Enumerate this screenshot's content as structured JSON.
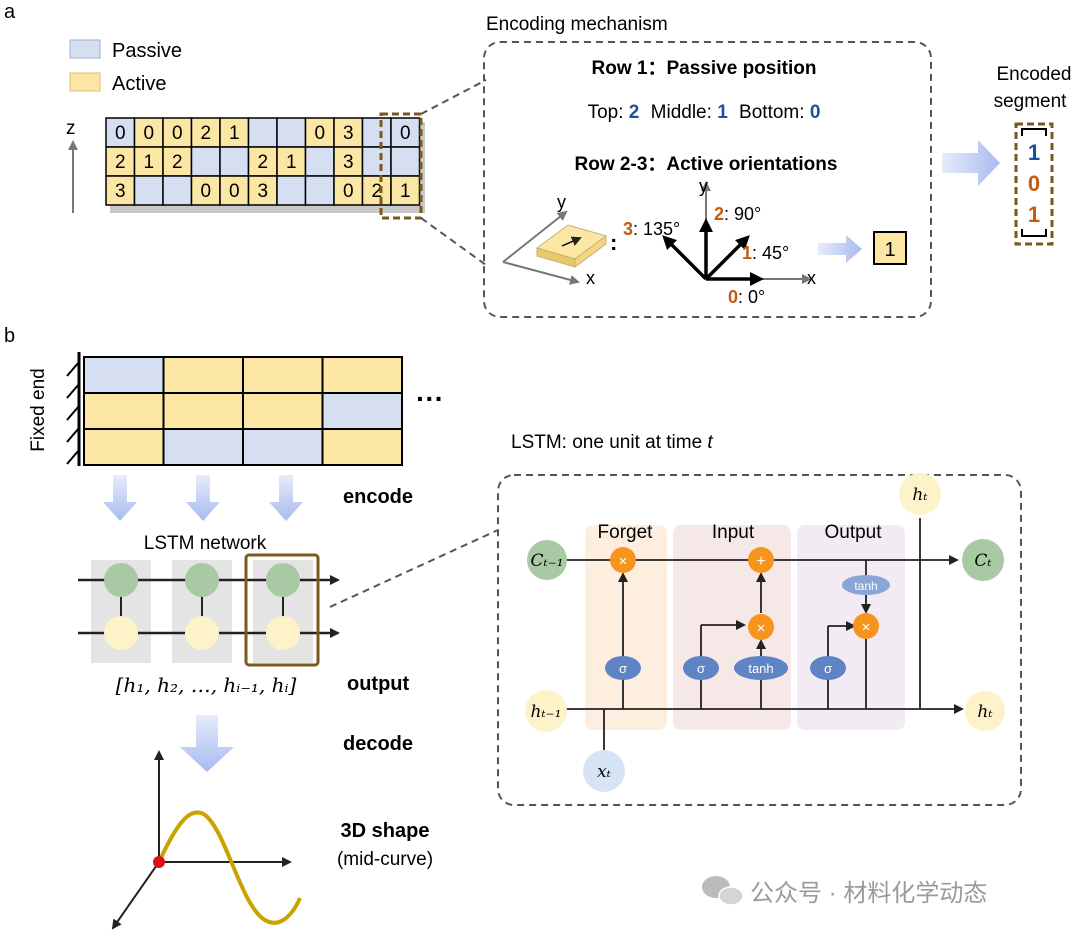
{
  "panel_a": {
    "label": "a",
    "legend": {
      "passive": "Passive",
      "active": "Active"
    },
    "z_axis": "z",
    "grid": {
      "rows": [
        [
          "P0",
          "A0",
          "A0",
          "A2",
          "A1",
          "P",
          "P",
          "A0",
          "A3",
          "P"
        ],
        [
          "A2",
          "A1",
          "A2",
          "P",
          "P",
          "A2",
          "A1",
          "P",
          "A3",
          "P"
        ],
        [
          "A3",
          "P",
          "P",
          "A0",
          "A0",
          "A3",
          "P",
          "P",
          "A0",
          "A2"
        ]
      ],
      "segment": [
        "0",
        "",
        ""
      ]
    },
    "encoding": {
      "title": "Encoding mechanism",
      "row1_heading": "Row 1：Passive position",
      "top_label": "Top:",
      "top_val": "2",
      "middle_label": "Middle:",
      "middle_val": "1",
      "bottom_label": "Bottom:",
      "bottom_val": "0",
      "row23_heading": "Row 2-3：Active orientations",
      "axis_x": "x",
      "axis_y": "y",
      "colon": ":",
      "d135_num": "3",
      "d135_txt": ": 135°",
      "d90_num": "2",
      "d90_txt": ": 90°",
      "d45_num": "1",
      "d45_txt": ": 45°",
      "d0_num": "0",
      "d0_txt": ": 0°",
      "result": "1"
    },
    "encoded": {
      "line1": "Encoded",
      "line2": "segment",
      "v1": "1",
      "v2": "0",
      "v3": "1"
    }
  },
  "panel_b": {
    "label": "b",
    "fixed_end": "Fixed end",
    "ellipsis": "···",
    "encode": "encode",
    "lstm_network": "LSTM network",
    "hidden_seq": "[h₁, h₂, …, hᵢ₋₁, hᵢ]",
    "output": "output",
    "decode": "decode",
    "shape_line1": "3D shape",
    "shape_line2": "(mid-curve)",
    "lstm_title_prefix": "LSTM:  one unit at time ",
    "lstm_title_t": "t",
    "gates": {
      "forget": "Forget",
      "input": "Input",
      "output": "Output"
    },
    "ops": {
      "times": "×",
      "plus": "+",
      "sigma": "σ",
      "tanh": "tanh"
    },
    "nodes": {
      "c_prev": "Cₜ₋₁",
      "c_t": "Cₜ",
      "h_prev": "hₜ₋₁",
      "h_t": "hₜ",
      "h_top": "hₜ",
      "x_t": "xₜ"
    }
  },
  "watermark": "公众号 · 材料化学动态",
  "colors": {
    "passive": "#d5dff1",
    "active": "#fbe6a4",
    "brown": "#7a5a1c",
    "orange": "#f7941d",
    "blue_num": "#1f4e9e",
    "red_num": "#c55a11",
    "lstm_green": "#a9c9a4",
    "cream": "#fdf2c8"
  }
}
